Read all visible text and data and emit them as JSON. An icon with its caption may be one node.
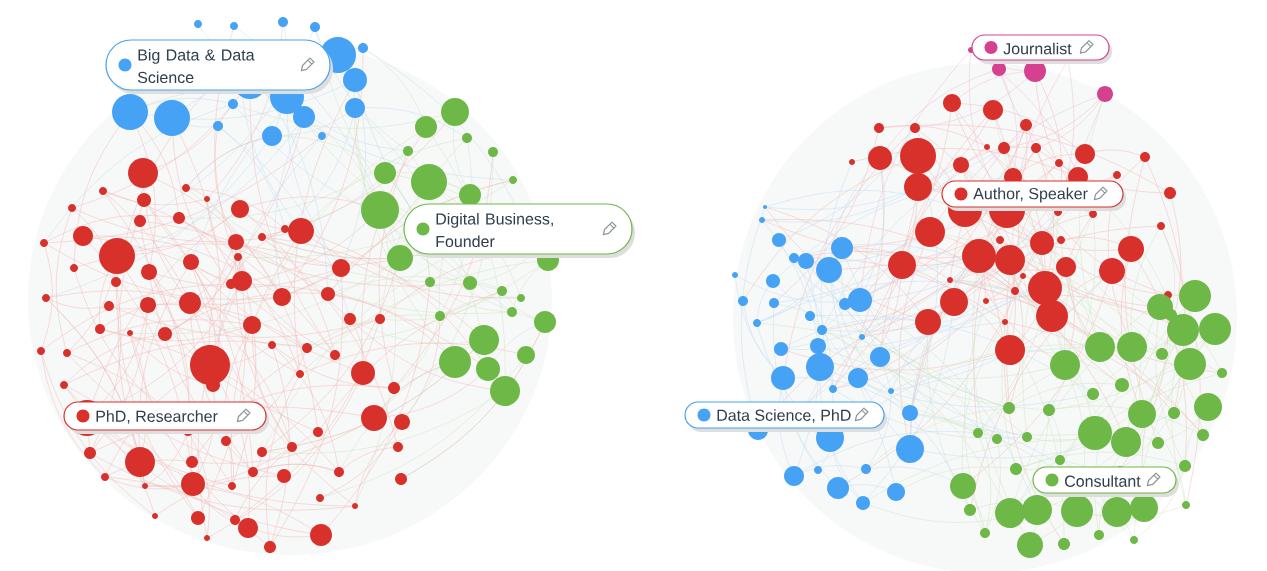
{
  "diagram": {
    "nodes": [
      {
        "text": [
          "Big Data & Data Science"
        ]
      },
      {
        "text": [
          "Digital Business, Founder"
        ]
      },
      {
        "text": [
          "PhD, Researcher"
        ]
      },
      {
        "text": [
          "Journalist"
        ]
      },
      {
        "text": [
          "Author, Speaker"
        ]
      },
      {
        "text": [
          "Data Science, PhD"
        ]
      },
      {
        "text": [
          "Consultant"
        ]
      }
    ]
  }
}
